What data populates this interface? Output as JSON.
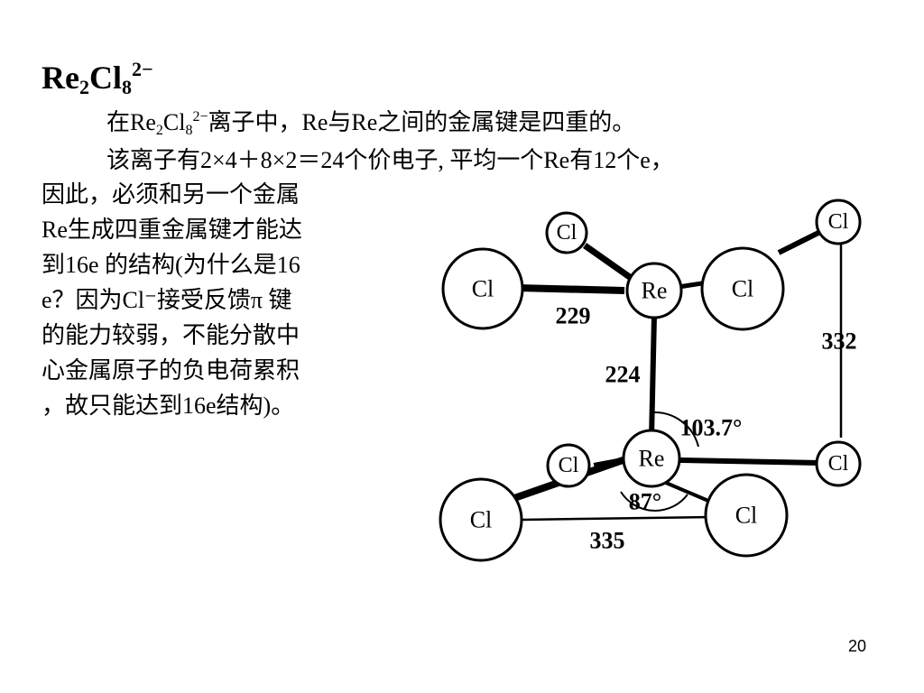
{
  "title": {
    "base1": "Re",
    "sub1": "2",
    "base2": "Cl",
    "sub2": "8",
    "charge": "2−"
  },
  "line1": {
    "t1": "在Re",
    "s1": "2",
    "t2": "Cl",
    "s2": "8",
    "sup": "2−",
    "t3": "离子中，Re与Re之间的金属键是四重的。"
  },
  "line2": {
    "text": "该离子有2×4＋8×2＝24个价电子, 平均一个Re有12个e，"
  },
  "paragraph": [
    "因此，必须和另一个金属",
    "Re生成四重金属键才能达",
    "到16e 的结构(为什么是16",
    "e？因为Cl⁻接受反馈π 键",
    "的能力较弱，不能分散中",
    "心金属原子的负电荷累积",
    "，故只能达到16e结构)。"
  ],
  "diagram": {
    "atom_cl": "Cl",
    "atom_re": "Re",
    "bond_re_cl": "229",
    "bond_re_re": "224",
    "bond_cl_cl_vertical": "332",
    "bond_cl_cl_horizontal": "335",
    "angle_1": "103.7°",
    "angle_2": "87°"
  },
  "page_number": "20"
}
